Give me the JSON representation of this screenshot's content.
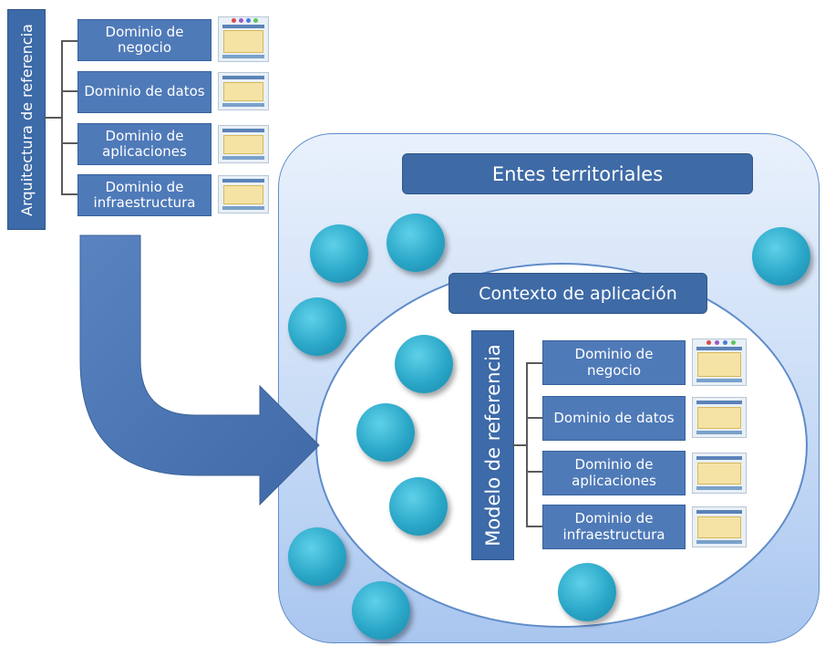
{
  "top_group": {
    "vertical_label": "Arquitectura de referencia",
    "domains": [
      {
        "label": "Dominio de\nnegocio",
        "thumb_icon": "business-domain-thumbnail"
      },
      {
        "label": "Dominio de datos",
        "thumb_icon": "data-domain-thumbnail"
      },
      {
        "label": "Dominio de\naplicaciones",
        "thumb_icon": "applications-domain-thumbnail"
      },
      {
        "label": "Dominio de\ninfraestructura",
        "thumb_icon": "infrastructure-domain-thumbnail"
      }
    ]
  },
  "outer_container": {
    "title": "Entes territoriales"
  },
  "inner_container": {
    "title": "Contexto de aplicación",
    "vertical_label": "Modelo de referencia",
    "domains": [
      {
        "label": "Dominio de\nnegocio",
        "thumb_icon": "business-domain-thumbnail"
      },
      {
        "label": "Dominio de datos",
        "thumb_icon": "data-domain-thumbnail"
      },
      {
        "label": "Dominio de\naplicaciones",
        "thumb_icon": "applications-domain-thumbnail"
      },
      {
        "label": "Dominio de\ninfraestructura",
        "thumb_icon": "infrastructure-domain-thumbnail"
      }
    ]
  },
  "colors": {
    "box_blue": "#4f7ab8",
    "dark_blue": "#3d6aa8",
    "circle_teal": "#2aa7c8",
    "arrow_blue": "#4a73b0"
  }
}
